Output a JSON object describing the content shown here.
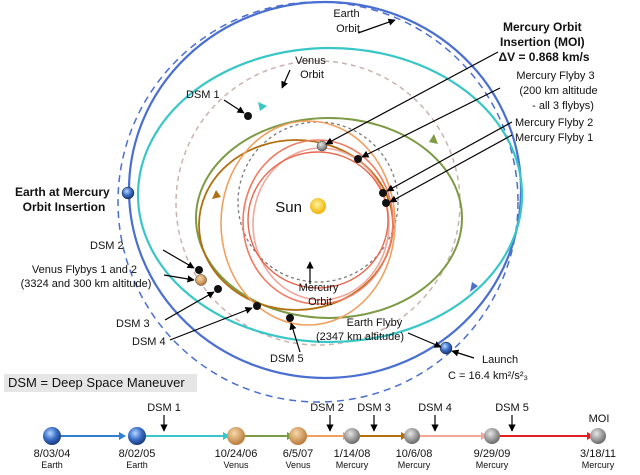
{
  "labels": {
    "earth_orbit": [
      "Earth",
      "Orbit"
    ],
    "venus_orbit": [
      "Venus",
      "Orbit"
    ],
    "mercury_orbit": [
      "Mercury",
      "Orbit"
    ],
    "sun": "Sun",
    "moi": [
      "Mercury Orbit",
      "Insertion (MOI)",
      "ΔV = 0.868 km/s"
    ],
    "flyby3": [
      "Mercury Flyby 3",
      "(200 km altitude",
      "- all 3 flybys)"
    ],
    "flyby2": "Mercury Flyby 2",
    "flyby1": "Mercury Flyby 1",
    "dsm1": "DSM 1",
    "dsm2": "DSM 2",
    "dsm3": "DSM 3",
    "dsm4": "DSM 4",
    "dsm5": "DSM 5",
    "earth_at_moi": [
      "Earth at Mercury",
      "Orbit Insertion"
    ],
    "venus_flybys": [
      "Venus Flybys 1 and 2",
      "(3324 and 300 km altitude)"
    ],
    "earth_flyby": [
      "Earth Flyby",
      "(2347 km altitude)"
    ],
    "launch": [
      "Launch",
      "C = 16.4 km²/s²₃"
    ]
  },
  "legend": {
    "dsm_definition": "DSM = Deep Space Maneuver"
  },
  "timeline": {
    "events": [
      {
        "date": "8/03/04",
        "body": "Earth"
      },
      {
        "date": "8/02/05",
        "body": "Earth"
      },
      {
        "date": "10/24/06",
        "body": "Venus"
      },
      {
        "date": "6/5/07",
        "body": "Venus"
      },
      {
        "date": "1/14/08",
        "body": "Mercury"
      },
      {
        "date": "10/6/08",
        "body": "Mercury"
      },
      {
        "date": "9/29/09",
        "body": "Mercury"
      },
      {
        "date": "3/18/11",
        "body": "Mercury"
      }
    ],
    "dsm_markers": [
      "DSM 1",
      "DSM 2",
      "DSM 3",
      "DSM 4",
      "DSM 5"
    ],
    "moi_label": "MOI"
  },
  "colors": {
    "earth_orbit": "#4a6fd0",
    "venus_orbit": "#c9b3ae",
    "mercury_orbit": "#7a7a7a",
    "leg_cyan": "#39c6c6",
    "leg_green": "#7d9a45",
    "leg_brown": "#b26f10",
    "leg_orange": "#f0a060",
    "leg_salmon": "#ef7b62",
    "leg_pink": "#f2a69a",
    "leg_red": "#e02020",
    "sun": "#f6c000"
  }
}
